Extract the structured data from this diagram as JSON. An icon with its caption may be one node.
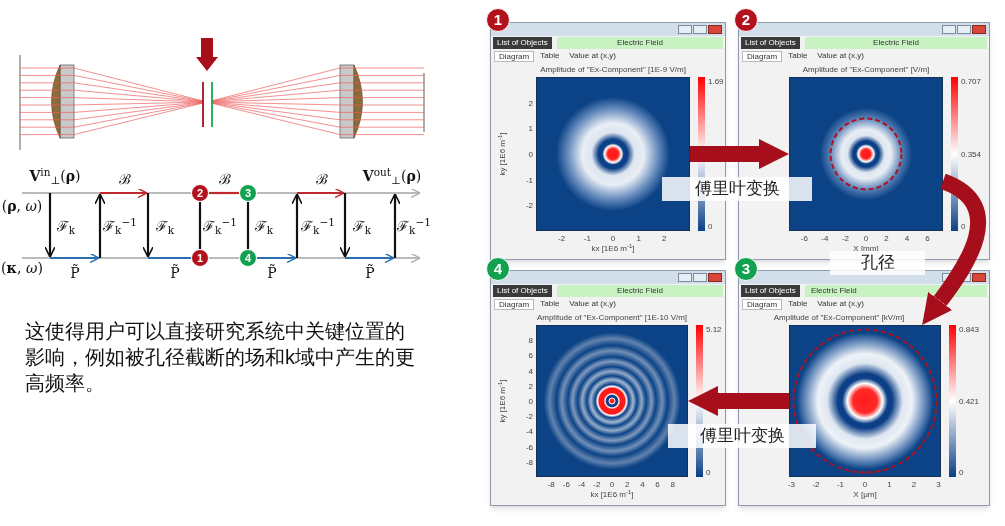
{
  "diagram": {
    "nodes": [
      {
        "text": [
          "2"
        ]
      },
      {
        "text": [
          "3"
        ]
      },
      {
        "text": [
          "1"
        ]
      },
      {
        "text": [
          "4"
        ]
      },
      {
        "text": [
          "1"
        ]
      },
      {
        "text": [
          "List of Objects",
          "Electric Field",
          "Diagram",
          "Table",
          "Value at (x,y)",
          "Amplitude of \"Ex-Component\" [1E-9 V/m]",
          "kx [1E6 m$^{-1}$]",
          "ky [1E6 m$^{-1}$]"
        ]
      },
      {
        "text": [],
        "shape": "picture",
        "in": 5
      },
      {
        "text": [
          "2"
        ]
      },
      {
        "text": [
          "List of Objects",
          "Electric Field",
          "Diagram",
          "Table",
          "Value at (x,y)",
          "Amplitude of \"Ex-Component\" [V/m]",
          "X [mm]"
        ]
      },
      {
        "text": [],
        "shape": "picture",
        "in": 8
      },
      {
        "text": [
          "4"
        ]
      },
      {
        "text": [
          "List of Objects",
          "Electric Field",
          "Diagram",
          "Table",
          "Value at (x,y)",
          "Amplitude of \"Ex-Component\" [1E-10 V/m]",
          "kx [1E6 m$^{-1}$]",
          "ky [1E6 m$^{-1}$]"
        ]
      },
      {
        "text": [],
        "shape": "picture",
        "in": 11
      },
      {
        "text": [
          "3"
        ]
      },
      {
        "text": [
          "List of Objects",
          "Electric Field",
          "Diagram",
          "Table",
          "Value at (x,y)",
          "Amplitude of \"Ex-Component\" [kV/m]",
          "X [μm]"
        ]
      },
      {
        "text": [],
        "shape": "picture",
        "in": 14
      }
    ],
    "edges": [
      {
        "from": 0,
        "to": 1,
        "arrow": "none",
        "color": "#c0282d"
      },
      {
        "from": 0,
        "to": 2,
        "arrow": "none",
        "color": "#111111"
      },
      {
        "from": 1,
        "to": 3,
        "arrow": "none",
        "color": "#111111"
      },
      {
        "from": 6,
        "to": 9,
        "arrow": "to",
        "label": "傅里叶变换",
        "style": "thick"
      },
      {
        "from": 9,
        "to": 15,
        "arrow": "to",
        "label": "孔径",
        "style": "thick"
      },
      {
        "from": 15,
        "to": 12,
        "arrow": "to",
        "label": "傅里叶变换",
        "style": "thick"
      }
    ],
    "labels": [
      "**V**$^{in}$$_{⊥}$(**ρ**)",
      "ℬ",
      "ℬ",
      "ℬ",
      "**V**$^{out}$$_{⊥}$(**ρ**)",
      "(**ρ**, *ω*)",
      "ℱ$_{k}$",
      "ℱ$_{k}$$^{−1}$",
      "ℱ$_{k}$",
      "ℱ$_{k}$$^{−1}$",
      "ℱ$_{k}$",
      "ℱ$_{k}$$^{−1}$",
      "ℱ$_{k}$",
      "ℱ$_{k}$$^{−1}$",
      "(**κ**, *ω*)",
      "P̃",
      "P̃",
      "P̃",
      "P̃",
      "这使得用户可以直接研究系统中关键位置的影响，例如被孔径截断的场和k域中产生的更高频率。",
      "-2",
      "-1",
      "0",
      "1",
      "2",
      "2",
      "1",
      "0",
      "-1",
      "-2",
      "1.69",
      "0",
      "-6",
      "-4",
      "-2",
      "0",
      "2",
      "4",
      "6",
      "0.707",
      "0.354",
      "0",
      "-8",
      "-6",
      "-4",
      "-2",
      "0",
      "2",
      "4",
      "6",
      "8",
      "8",
      "6",
      "4",
      "2",
      "0",
      "-2",
      "-4",
      "-6",
      "-8",
      "5.12",
      "0",
      "-3",
      "-2",
      "-1",
      "0",
      "1",
      "2",
      "3",
      "0.843",
      "0.421",
      "0"
    ]
  }
}
